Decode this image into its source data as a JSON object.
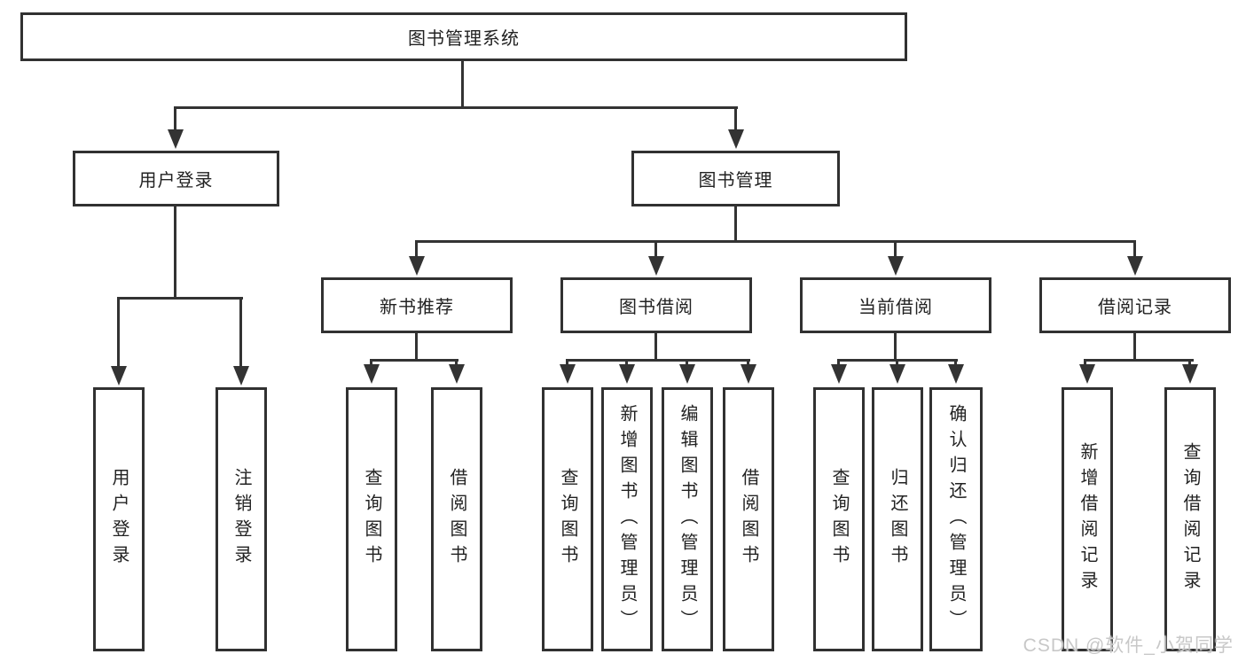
{
  "diagram": {
    "root": {
      "label": "图书管理系统"
    },
    "level2": [
      {
        "label": "用户登录"
      },
      {
        "label": "图书管理"
      }
    ],
    "level3": [
      {
        "label": "新书推荐"
      },
      {
        "label": "图书借阅"
      },
      {
        "label": "当前借阅"
      },
      {
        "label": "借阅记录"
      }
    ],
    "leaves": {
      "user_login": [
        "用户登录",
        "注销登录"
      ],
      "new_books": [
        "查询图书",
        "借阅图书"
      ],
      "book_borrow": [
        "查询图书",
        "新增图书（管理员）",
        "编辑图书（管理员）",
        "借阅图书"
      ],
      "current_borrow": [
        "查询图书",
        "归还图书",
        "确认归还（管理员）"
      ],
      "borrow_records": [
        "新增借阅记录",
        "查询借阅记录"
      ]
    }
  },
  "watermark": "CSDN @软件_小贺同学",
  "colors": {
    "line": "#333333",
    "border": "#313131",
    "text": "#222222",
    "watermark": "#c8c8c8",
    "background": "#ffffff"
  }
}
